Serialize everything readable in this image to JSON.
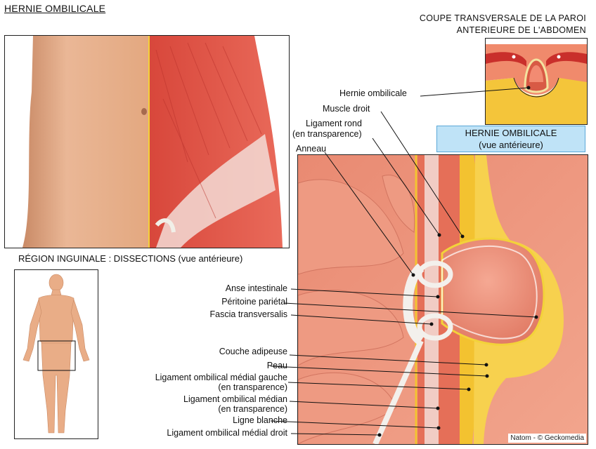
{
  "title": "HERNIE OMBILICALE",
  "captions": {
    "region": "RÉGION INGUINALE : DISSECTIONS (vue antérieure)",
    "section_line1": "COUPE  TRANSVERSALE DE LA PAROI",
    "section_line2": "ANTERIEURE DE L'ABDOMEN",
    "box_line1": "HERNIE OMBILICALE",
    "box_line2": "(vue antérieure)"
  },
  "labels": {
    "hernie_ombilicale": "Hernie ombilicale",
    "muscle_droit": "Muscle droit",
    "ligament_rond_1": "Ligament rond",
    "ligament_rond_2": "(en transparence)",
    "anneau": "Anneau",
    "anse_intestinale": "Anse intestinale",
    "peritoine": "Péritoine pariétal",
    "fascia": "Fascia transversalis",
    "couche_adipeuse": "Couche adipeuse",
    "peau": "Peau",
    "lig_med_gauche_1": "Ligament ombilical médial gauche",
    "lig_med_gauche_2": "(en transparence)",
    "lig_median_1": "Ligament ombilical médian",
    "lig_median_2": "(en transparence)",
    "ligne_blanche": "Ligne blanche",
    "lig_med_droit": "Ligament ombilical médial droit"
  },
  "credit": "Natom - © Geckomedia",
  "colors": {
    "skin": "#e9b08c",
    "muscle": "#d9473a",
    "fat": "#f6c93a",
    "peritoneum": "#f0906f",
    "info_box": "#bfe3f7"
  }
}
